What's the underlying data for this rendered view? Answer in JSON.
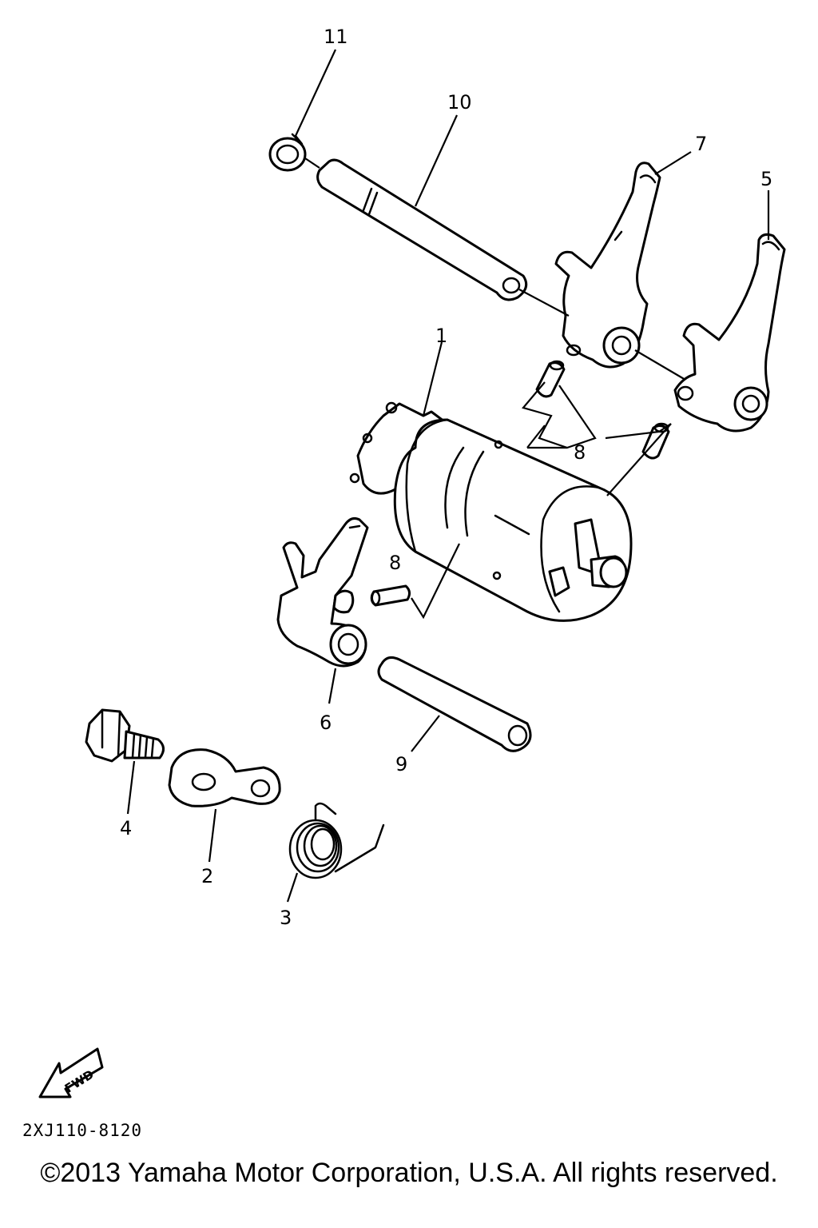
{
  "diagram": {
    "callouts": {
      "c1": "1",
      "c2": "2",
      "c3": "3",
      "c4": "4",
      "c5": "5",
      "c6": "6",
      "c7": "7",
      "c8a": "8",
      "c8b": "8",
      "c9": "9",
      "c10": "10",
      "c11": "11"
    },
    "fwd_label": "FWD",
    "drawing_code": "2XJ110-8120"
  },
  "footer": {
    "copyright": "©2013 Yamaha Motor Corporation, U.S.A. All rights reserved."
  }
}
